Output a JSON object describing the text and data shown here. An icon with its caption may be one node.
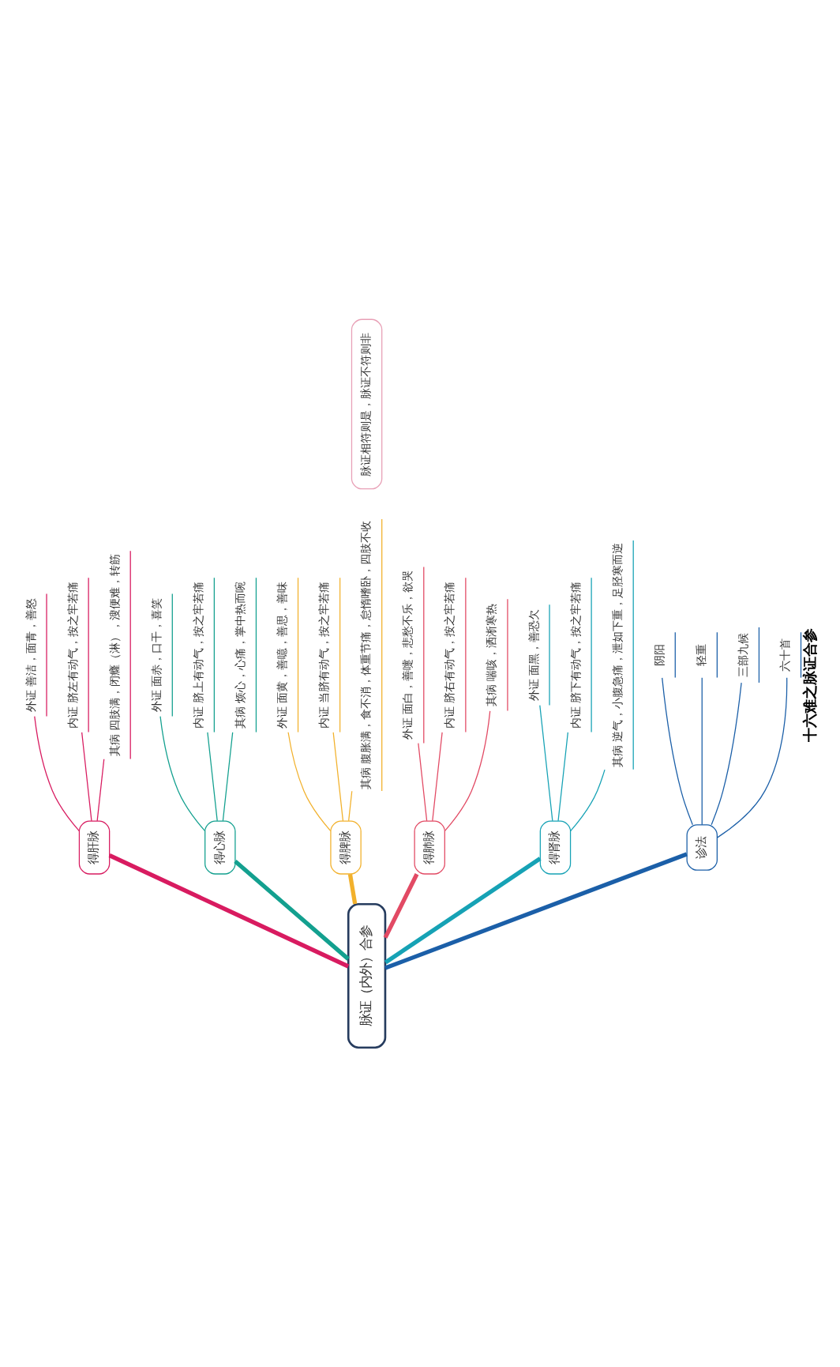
{
  "diagram": {
    "title": "十六难之脉证合参",
    "nodes": [
      {
        "text": [
          "脉证（内外）合参"
        ]
      },
      {
        "text": [
          "得肝脉"
        ]
      },
      {
        "text": [
          "外证 善洁，面青，善怒"
        ]
      },
      {
        "text": [
          "内证 脐左有动气，按之牢若痛"
        ]
      },
      {
        "text": [
          "其病 四肢满，闭癃（淋），溲便难，转筋"
        ]
      },
      {
        "text": [
          "得心脉"
        ]
      },
      {
        "text": [
          "外证 面赤，口干，喜笑"
        ]
      },
      {
        "text": [
          "内证 脐上有动气，按之牢若痛"
        ]
      },
      {
        "text": [
          "其病 烦心，心痛，掌中热而啘"
        ]
      },
      {
        "text": [
          "得脾脉"
        ]
      },
      {
        "text": [
          "外证 面黄，善噫，善思，善味"
        ]
      },
      {
        "text": [
          "内证 当脐有动气，按之牢若痛"
        ]
      },
      {
        "text": [
          "其病 腹胀满，食不消，体重节痛，怠惰嗜卧，四肢不收"
        ]
      },
      {
        "text": [
          "得肺脉"
        ]
      },
      {
        "text": [
          "外证 面白，善嚏，悲愁不乐，欲哭"
        ]
      },
      {
        "text": [
          "内证 脐右有动气，按之牢若痛"
        ]
      },
      {
        "text": [
          "其病 喘咳，洒淅寒热"
        ]
      },
      {
        "text": [
          "得肾脉"
        ]
      },
      {
        "text": [
          "外证 面黑，善恐欠"
        ]
      },
      {
        "text": [
          "内证 脐下有动气，按之牢若痛"
        ]
      },
      {
        "text": [
          "其病 逆气，小腹急痛，泄如下重，足胫寒而逆"
        ]
      },
      {
        "text": [
          "诊法"
        ]
      },
      {
        "text": [
          "阴阳"
        ]
      },
      {
        "text": [
          "轻重"
        ]
      },
      {
        "text": [
          "三部九候"
        ]
      },
      {
        "text": [
          "六十首"
        ]
      },
      {
        "text": [
          "脉证相符则是，脉证不符则非"
        ]
      }
    ],
    "edges": [
      {
        "from": 0,
        "to": 1,
        "arrow": "none",
        "style": "thick",
        "color": "#d81b60"
      },
      {
        "from": 0,
        "to": 5,
        "arrow": "none",
        "style": "thick",
        "color": "#13a08f"
      },
      {
        "from": 0,
        "to": 9,
        "arrow": "none",
        "style": "thick",
        "color": "#f2b12c"
      },
      {
        "from": 0,
        "to": 13,
        "arrow": "none",
        "style": "thick",
        "color": "#e24a64"
      },
      {
        "from": 0,
        "to": 17,
        "arrow": "none",
        "style": "thick",
        "color": "#16a2b5"
      },
      {
        "from": 0,
        "to": 21,
        "arrow": "none",
        "style": "thick",
        "color": "#1b5fa8"
      },
      {
        "from": 1,
        "to": 2,
        "arrow": "none",
        "color": "#d81b60"
      },
      {
        "from": 1,
        "to": 3,
        "arrow": "none",
        "color": "#d81b60"
      },
      {
        "from": 1,
        "to": 4,
        "arrow": "none",
        "color": "#d81b60"
      },
      {
        "from": 5,
        "to": 6,
        "arrow": "none",
        "color": "#13a08f"
      },
      {
        "from": 5,
        "to": 7,
        "arrow": "none",
        "color": "#13a08f"
      },
      {
        "from": 5,
        "to": 8,
        "arrow": "none",
        "color": "#13a08f"
      },
      {
        "from": 9,
        "to": 10,
        "arrow": "none",
        "color": "#f2b12c"
      },
      {
        "from": 9,
        "to": 11,
        "arrow": "none",
        "color": "#f2b12c"
      },
      {
        "from": 9,
        "to": 12,
        "arrow": "none",
        "color": "#f2b12c"
      },
      {
        "from": 13,
        "to": 14,
        "arrow": "none",
        "color": "#e24a64"
      },
      {
        "from": 13,
        "to": 15,
        "arrow": "none",
        "color": "#e24a64"
      },
      {
        "from": 13,
        "to": 16,
        "arrow": "none",
        "color": "#e24a64"
      },
      {
        "from": 17,
        "to": 18,
        "arrow": "none",
        "color": "#16a2b5"
      },
      {
        "from": 17,
        "to": 19,
        "arrow": "none",
        "color": "#16a2b5"
      },
      {
        "from": 17,
        "to": 20,
        "arrow": "none",
        "color": "#16a2b5"
      },
      {
        "from": 21,
        "to": 22,
        "arrow": "none",
        "color": "#1b5fa8"
      },
      {
        "from": 21,
        "to": 23,
        "arrow": "none",
        "color": "#1b5fa8"
      },
      {
        "from": 21,
        "to": 24,
        "arrow": "none",
        "color": "#1b5fa8"
      },
      {
        "from": 21,
        "to": 25,
        "arrow": "none",
        "color": "#1b5fa8"
      }
    ]
  }
}
